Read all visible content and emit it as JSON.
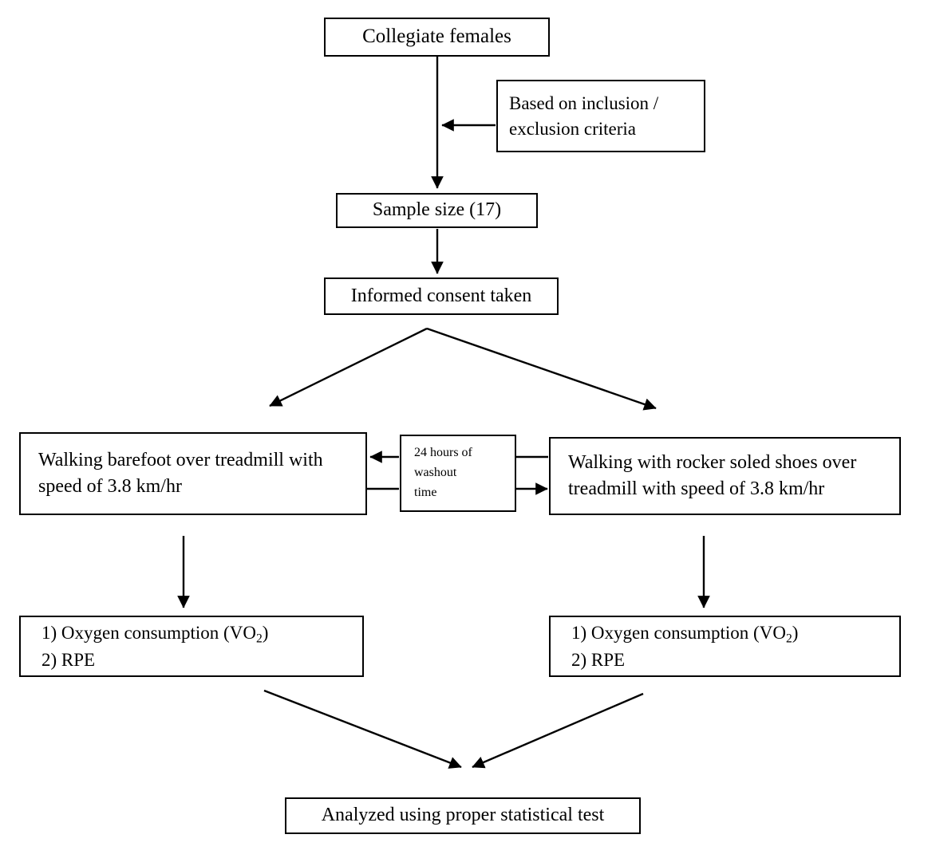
{
  "diagram": {
    "title": "Study methodology flowchart",
    "type": "flowchart",
    "background_color": "#ffffff",
    "line_color": "#000000",
    "nodes": [
      {
        "id": "collegiate",
        "label": "Collegiate females"
      },
      {
        "id": "criteria",
        "label": "Based on inclusion /\nexclusion criteria"
      },
      {
        "id": "sample",
        "label": "Sample size (17)"
      },
      {
        "id": "consent",
        "label": "Informed consent taken"
      },
      {
        "id": "barefoot",
        "label": "Walking barefoot over treadmill with\nspeed of 3.8 km/hr"
      },
      {
        "id": "washout",
        "label": "24 hours of\nwashout\ntime"
      },
      {
        "id": "rocker",
        "label": "Walking with rocker soled shoes over\ntreadmill with speed of 3.8 km/hr"
      },
      {
        "id": "outcome_left_line1",
        "label": "1) Oxygen consumption (VO"
      },
      {
        "id": "outcome_left_sub",
        "label": "2"
      },
      {
        "id": "outcome_left_line1b",
        "label": ")"
      },
      {
        "id": "outcome_left_line2",
        "label": "2) RPE"
      },
      {
        "id": "outcome_right_line1",
        "label": "1) Oxygen consumption (VO"
      },
      {
        "id": "outcome_right_sub",
        "label": "2"
      },
      {
        "id": "outcome_right_line1b",
        "label": ")"
      },
      {
        "id": "outcome_right_line2",
        "label": "2) RPE"
      },
      {
        "id": "analyzed",
        "label": "Analyzed using proper statistical test"
      }
    ],
    "edges": [
      {
        "from": "collegiate",
        "to": "sample",
        "style": "straight-down-arrow"
      },
      {
        "from": "criteria",
        "to": "collegiate-stem",
        "style": "left-arrow"
      },
      {
        "from": "sample",
        "to": "consent",
        "style": "straight-down-arrow"
      },
      {
        "from": "consent",
        "to": "barefoot",
        "style": "diagonal-down-left-arrow"
      },
      {
        "from": "consent",
        "to": "rocker",
        "style": "diagonal-down-right-arrow"
      },
      {
        "from": "washout",
        "to": "barefoot",
        "style": "left-arrow"
      },
      {
        "from": "washout",
        "to": "rocker",
        "style": "right-arrow"
      },
      {
        "from": "barefoot",
        "to": "outcome_left",
        "style": "straight-down-arrow"
      },
      {
        "from": "rocker",
        "to": "outcome_right",
        "style": "straight-down-arrow"
      },
      {
        "from": "outcome_left",
        "to": "analyzed",
        "style": "diagonal-down-right-arrow"
      },
      {
        "from": "outcome_right",
        "to": "analyzed",
        "style": "diagonal-down-left-arrow"
      }
    ]
  }
}
